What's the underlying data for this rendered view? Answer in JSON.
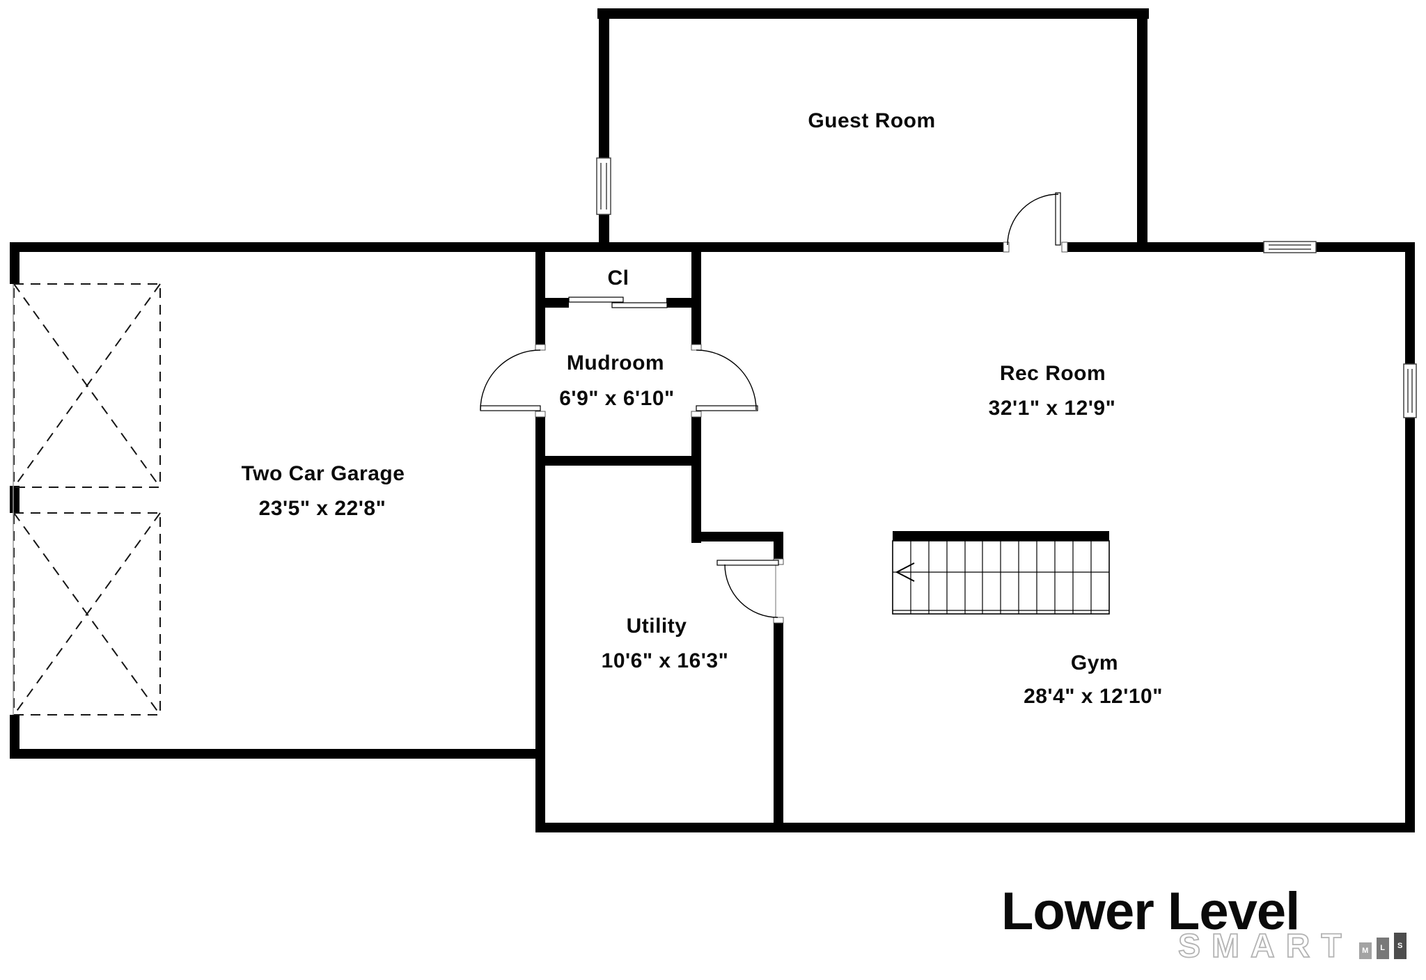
{
  "title": "Lower Level",
  "brand": {
    "name": "SMART",
    "mls": [
      "M",
      "L",
      "S"
    ]
  },
  "rooms": {
    "guest": {
      "name": "Guest Room"
    },
    "cl": {
      "name": "Cl"
    },
    "mudroom": {
      "name": "Mudroom",
      "dims": "6'9\" x 6'10\""
    },
    "rec": {
      "name": "Rec Room",
      "dims": "32'1\" x 12'9\""
    },
    "garage": {
      "name": "Two Car Garage",
      "dims": "23'5\" x 22'8\""
    },
    "utility": {
      "name": "Utility",
      "dims": "10'6\" x 16'3\""
    },
    "gym": {
      "name": "Gym",
      "dims": "28'4\" x 12'10\""
    }
  }
}
